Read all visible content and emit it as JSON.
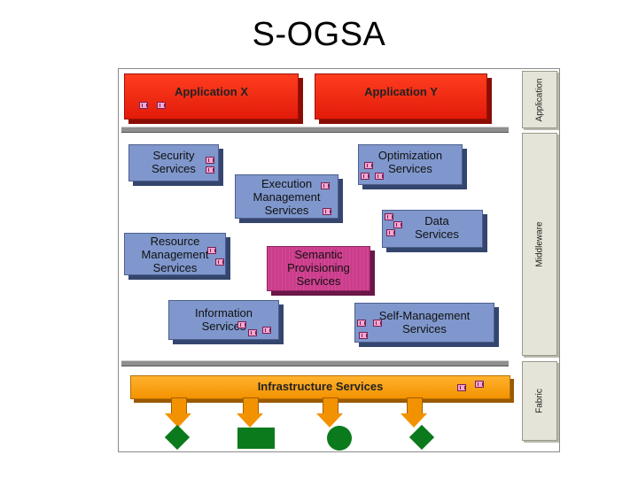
{
  "title": "S-OGSA",
  "layers": {
    "application": "Application",
    "middleware": "Middleware",
    "fabric": "Fabric"
  },
  "applications": {
    "x": "Application X",
    "y": "Application Y"
  },
  "services": {
    "security": [
      "Security",
      "Services"
    ],
    "optimization": [
      "Optimization",
      "Services"
    ],
    "execution": [
      "Execution",
      "Management",
      "Services"
    ],
    "data": [
      "Data",
      "Services"
    ],
    "resource": [
      "Resource",
      "Management",
      "Services"
    ],
    "semantic": [
      "Semantic",
      "Provisioning",
      "Services"
    ],
    "information": [
      "Information",
      "Services"
    ],
    "self_management": [
      "Self-Management",
      "Services"
    ]
  },
  "infrastructure": "Infrastructure Services",
  "colors": {
    "application": "#e8200c",
    "services": "#7f97cc",
    "semantic": "#cc3d8c",
    "infrastructure": "#f39200",
    "resources": "#0a7a1c"
  }
}
